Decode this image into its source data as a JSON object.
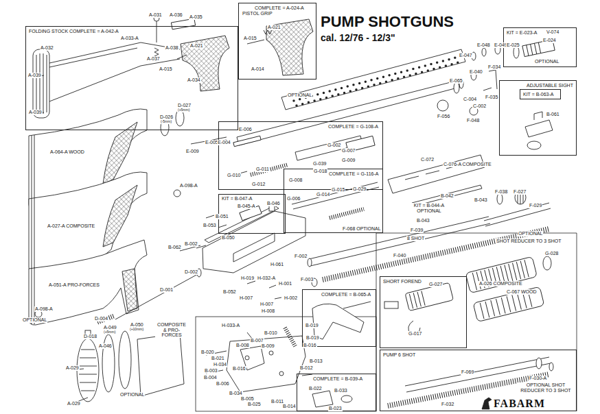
{
  "diagram": {
    "title": "PUMP SHOTGUNS",
    "nodes": [
      {
        "text": [
          "FOLDING STOCK COMPLETE = A-042-A"
        ]
      },
      {
        "text": [
          "COMPLETE = A-024-A",
          "PISTOL GRIP"
        ]
      },
      {
        "text": [
          "KIT = E-023-A"
        ]
      },
      {
        "text": [
          "ADJUSTABLE SIGHT"
        ]
      },
      {
        "text": [
          "KIT = B-063-A"
        ],
        "in": 3
      },
      {
        "text": [
          "COMPLETE = G-108-A"
        ]
      },
      {
        "text": [
          "COMPLETE = G-116-A"
        ]
      },
      {
        "text": [
          "KIT = B-047-A"
        ]
      },
      {
        "text": [
          "COMPLETE = B-065-A"
        ]
      },
      {
        "text": [
          "SHORT FOREND"
        ]
      },
      {
        "text": [
          "PUMP 6 SHOT"
        ]
      },
      {
        "text": [
          "COMPLETE = B-039-A"
        ]
      }
    ],
    "labels": [
      "cal. 12/76 - 12/3\"",
      "A-031",
      "A-036",
      "A-035",
      "A-033-A",
      "A-032",
      "A-038",
      "A-037",
      "A-021",
      "A-015",
      "A-039",
      "A-034",
      "A-039",
      "A-015",
      "A-021",
      "A-014",
      "E-047",
      "E-048",
      "E-049",
      "V-074",
      "E-025",
      "E-024",
      "OPTIONAL",
      "OPTIONAL",
      "E-065",
      "E-040",
      "F-034",
      "F-035",
      "C-004",
      "C-002",
      "F-056",
      "F-048",
      "B-061",
      "D-026",
      "(-5mm)",
      "D-027",
      "(+5mm)",
      "E-006",
      "E-005",
      "E-004",
      "E-009",
      "A-064-A WOOD",
      "A-098-A",
      "G-002",
      "G-007",
      "G-039",
      "G-009",
      "G-018",
      "G-010",
      "G-011",
      "G-012",
      "G-008",
      "C-072",
      "C-076-A COMPOSITE",
      "G-006",
      "G-014",
      "G-015",
      "G-029",
      "F-068 OPTIONAL",
      "B-045-A",
      "B-046",
      "B-051",
      "B-053",
      "B-050",
      "A-027-A COMPOSITE",
      "B-062",
      "B-002",
      "D-002",
      "D-001",
      "H-061",
      "F-002",
      "F-039",
      "8 SHOT",
      "F-040",
      "F-003",
      "KIT = B-044-A OPTIONAL",
      "B-042",
      "B-043",
      "B-043",
      "F-038",
      "F-027",
      "F-029",
      "OPTIONAL",
      "SHOT REDUCER TO 3 SHOT",
      "A-051-A PRO-FORCES",
      "B-052",
      "H-019",
      "H-032-A",
      "H-001",
      "H-007",
      "H-007",
      "H-008",
      "H-002",
      "A-098-A",
      "OPTIONAL",
      "D-004",
      "D-018",
      "A-049",
      "(+5mm)",
      "A-050",
      "(+10mm)",
      "A-046",
      "COMPOSITE & PRO-FORCES",
      "A-029",
      "A-029",
      "OPTIONAL",
      "A-026 COMPOSITE",
      "G-028",
      "C-067 WOOD",
      "G-027",
      "G-017",
      "H-033-A",
      "B-010",
      "B-019",
      "B-007",
      "B-008",
      "B-009",
      "B-019",
      "B-016",
      "B-020",
      "B-021",
      "H-034",
      "B-016",
      "B-003",
      "B-004",
      "B-006",
      "B-034",
      "B-005",
      "B-025",
      "B-011",
      "B-014",
      "B-013",
      "B-012",
      "B-022",
      "B-033",
      "B-023",
      "F-069",
      "F-032",
      "F-030-A",
      "OPTIONAL SHOT REDUCER TO 3 SHOT",
      "FABARM"
    ]
  }
}
